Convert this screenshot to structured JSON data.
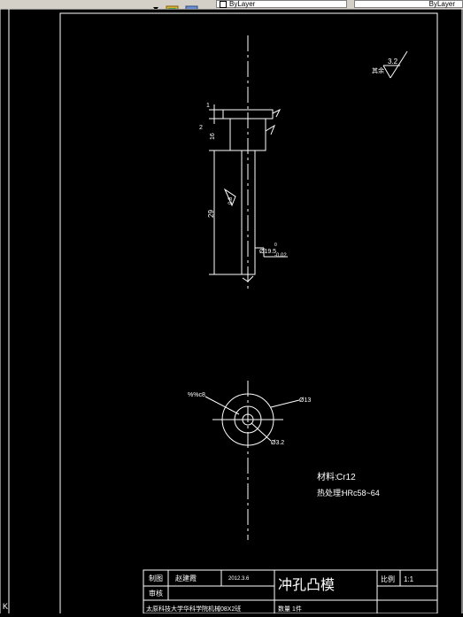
{
  "toolbar": {
    "layer_combo_1": "ByLayer",
    "layer_combo_2": "ByLayer",
    "icons": [
      "dropdown-arrow-icon",
      "layer-states-icon",
      "layer-previous-icon"
    ]
  },
  "drawing": {
    "side_view": {
      "dim_flange": "1",
      "dim_head_left": "2",
      "dim_head": "16",
      "dim_shank": "29",
      "dim_diameter_base": "Ø19.5",
      "dim_diameter_tol_upper": "0",
      "dim_diameter_tol_lower": "-0.02",
      "rough_side": "0.8"
    },
    "top_view": {
      "chamfer_note": "%%c8",
      "dim_outer": "Ø13",
      "dim_inner": "Ø3.2"
    },
    "roughness_corner": "3.2",
    "roughness_corner_note": "其余",
    "material_label": "材料:",
    "material_value": "Cr12",
    "hardness_label": "热处理:",
    "hardness_value": "HRc58~64"
  },
  "title_block": {
    "designer_label": "制图",
    "designer_name": "赵建霞",
    "date": "2012.3.6",
    "checker_label": "审核",
    "part_name": "冲孔凸模",
    "scale_label": "比例",
    "scale_value": "1:1",
    "school": "太原科技大学华科学院机械08X2班",
    "quantity_label": "数量 1件"
  }
}
